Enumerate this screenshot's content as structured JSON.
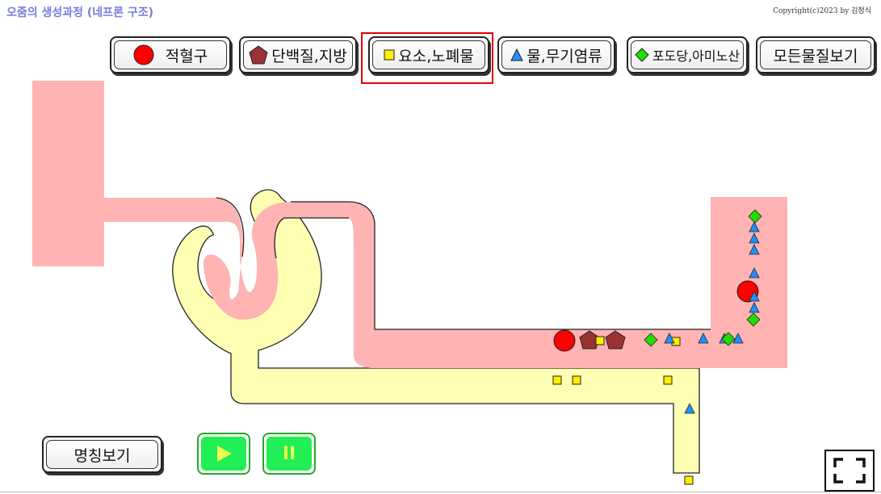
{
  "header": {
    "title": "오줌의 생성과정 (네프론 구조)",
    "copyright": "Copyright(c)2023 by 김정식"
  },
  "filters": [
    {
      "id": "rbc",
      "label": "적혈구",
      "icon": "red-circle-icon"
    },
    {
      "id": "protein",
      "label": "단백질,지방",
      "icon": "brown-pentagon-icon"
    },
    {
      "id": "urea",
      "label": "요소,노폐물",
      "icon": "yellow-square-icon"
    },
    {
      "id": "water",
      "label": "물,무기염류",
      "icon": "blue-triangle-icon"
    },
    {
      "id": "glucose",
      "label": "포도당,아미노산",
      "icon": "green-diamond-icon"
    },
    {
      "id": "all",
      "label": "모든물질보기",
      "icon": ""
    }
  ],
  "selected_filter": "요소,노폐물",
  "controls": {
    "name_view_label": "명칭보기",
    "play_icon": "play-icon",
    "pause_label": "II",
    "fullscreen_icon": "fullscreen-icon"
  },
  "colors": {
    "blood_vessel": "#ffb3b3",
    "tubule": "#ffffb3",
    "rbc": "#ff0000",
    "protein": "#993333",
    "urea": "#ffee00",
    "water": "#1e90ff",
    "glucose": "#22dd00",
    "highlight": "#e00000",
    "control_green": "#22ee55",
    "title": "#7a7ae0"
  }
}
